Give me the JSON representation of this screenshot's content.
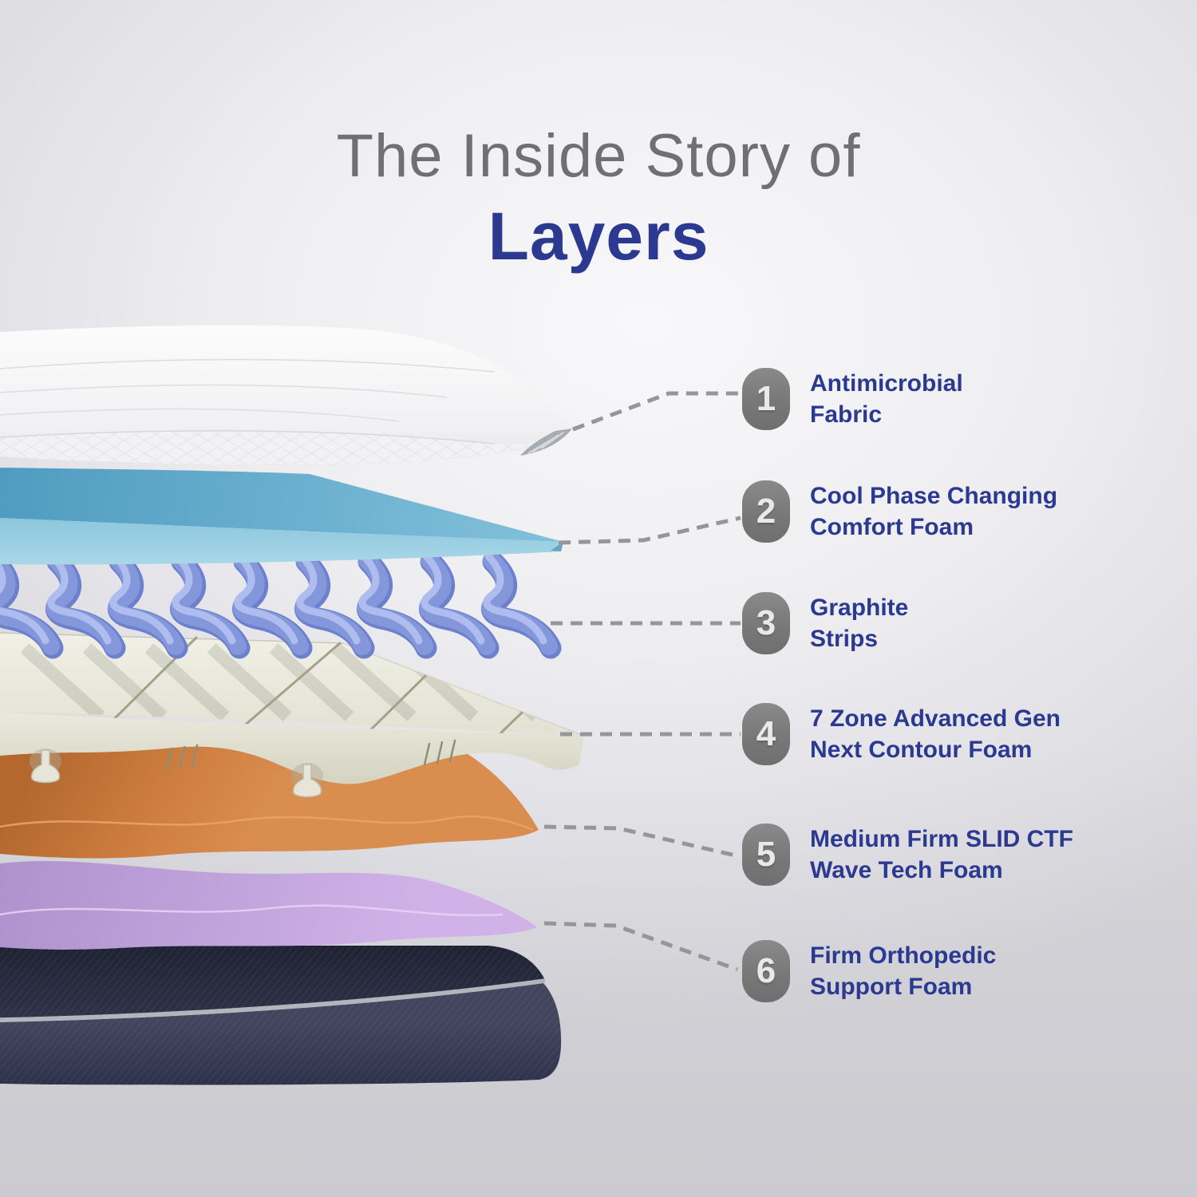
{
  "title": {
    "line1": "The Inside Story of",
    "line2": "Layers"
  },
  "callouts": [
    {
      "number": "1",
      "line1": "Antimicrobial",
      "line2": "Fabric"
    },
    {
      "number": "2",
      "line1": "Cool Phase Changing",
      "line2": "Comfort Foam"
    },
    {
      "number": "3",
      "line1": "Graphite",
      "line2": "Strips"
    },
    {
      "number": "4",
      "line1": "7 Zone Advanced Gen",
      "line2": "Next Contour Foam"
    },
    {
      "number": "5",
      "line1": "Medium Firm SLID CTF",
      "line2": "Wave Tech Foam"
    },
    {
      "number": "6",
      "line1": "Firm Orthopedic",
      "line2": "Support Foam"
    }
  ],
  "layers": [
    {
      "name": "antimicrobial-fabric",
      "color": "#f4f4f6"
    },
    {
      "name": "cool-phase-changing-comfort-foam",
      "color": "#6fb4d3"
    },
    {
      "name": "graphite-strips",
      "color": "#8ea2e2"
    },
    {
      "name": "7-zone-contour-foam",
      "color": "#e7e6da"
    },
    {
      "name": "wave-tech-foam",
      "color": "#c97c3f"
    },
    {
      "name": "orthopedic-support-foam",
      "color": "#c3a3e2"
    },
    {
      "name": "base-support-fabric",
      "color": "#343850"
    }
  ],
  "colors": {
    "title_gray": "#6f7073",
    "accent_blue": "#2b3990",
    "badge_gray": "#7d7d7d",
    "dash_gray": "#96969a",
    "background": "#e9e9ec"
  }
}
